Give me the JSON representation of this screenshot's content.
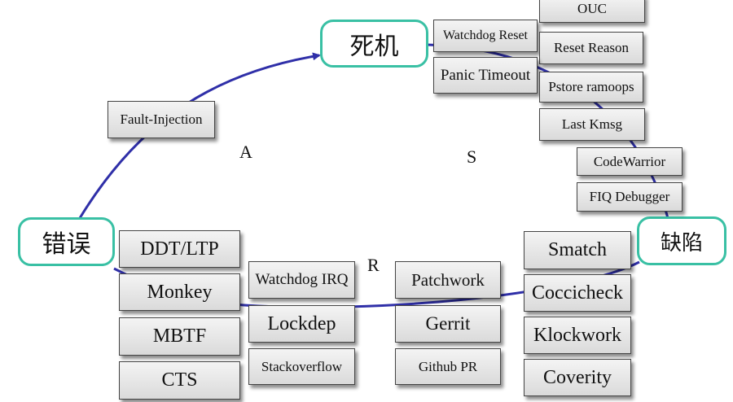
{
  "nodes": {
    "death": "死机",
    "error": "错误",
    "defect": "缺陷"
  },
  "letters": {
    "a": "A",
    "s": "S",
    "r": "R"
  },
  "tools": {
    "ouc": "OUC",
    "watchdog_reset": "Watchdog Reset",
    "reset_reason": "Reset Reason",
    "panic_timeout": "Panic Timeout",
    "pstore_ramoops": "Pstore ramoops",
    "last_kmsg": "Last Kmsg",
    "codewarrior": "CodeWarrior",
    "fiq_debugger": "FIQ Debugger",
    "fault_injection": "Fault-Injection",
    "ddt_ltp": "DDT/LTP",
    "monkey": "Monkey",
    "mbtf": "MBTF",
    "cts": "CTS",
    "watchdog_irq": "Watchdog IRQ",
    "lockdep": "Lockdep",
    "stackoverflow": "Stackoverflow",
    "patchwork": "Patchwork",
    "gerrit": "Gerrit",
    "github_pr": "Github PR",
    "smatch": "Smatch",
    "coccicheck": "Coccicheck",
    "klockwork": "Klockwork",
    "coverity": "Coverity"
  },
  "colors": {
    "cycle_line": "#2f2fa8",
    "node_border": "#39c0a4"
  }
}
